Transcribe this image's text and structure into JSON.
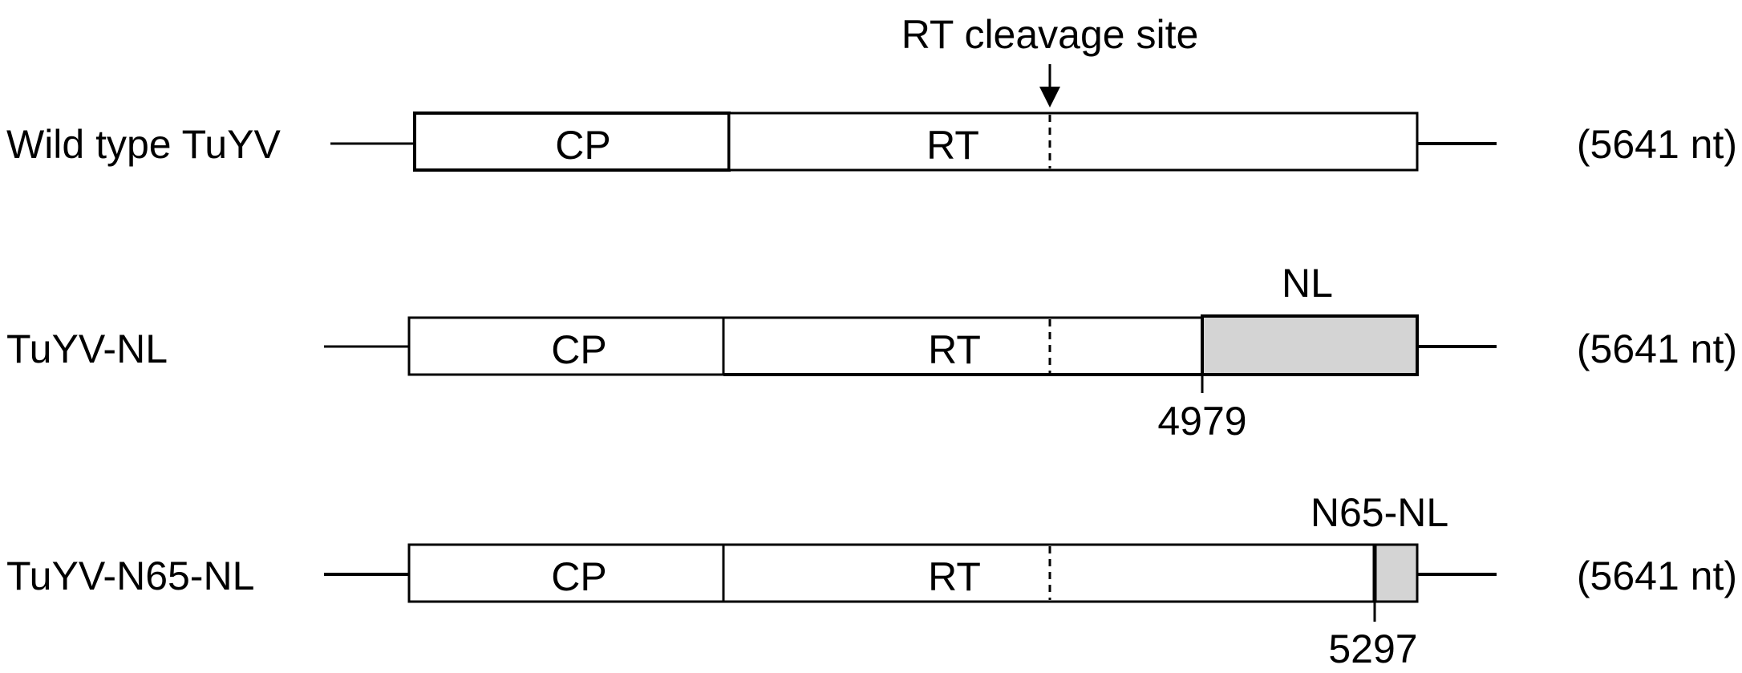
{
  "annotation": {
    "cleavage_site": "RT cleavage site"
  },
  "constructs": [
    {
      "name": "Wild type TuYV",
      "segments": [
        "CP",
        "RT"
      ],
      "length": "(5641 nt)"
    },
    {
      "name": "TuYV-NL",
      "segments": [
        "CP",
        "RT"
      ],
      "insert_label": "NL",
      "insert_position": "4979",
      "length": "(5641 nt)"
    },
    {
      "name": "TuYV-N65-NL",
      "segments": [
        "CP",
        "RT"
      ],
      "insert_label": "N65-NL",
      "insert_position": "5297",
      "length": "(5641 nt)"
    }
  ],
  "colors": {
    "line": "#000000",
    "box_fill": "#ffffff",
    "insert_fill": "#d4d4d4"
  }
}
